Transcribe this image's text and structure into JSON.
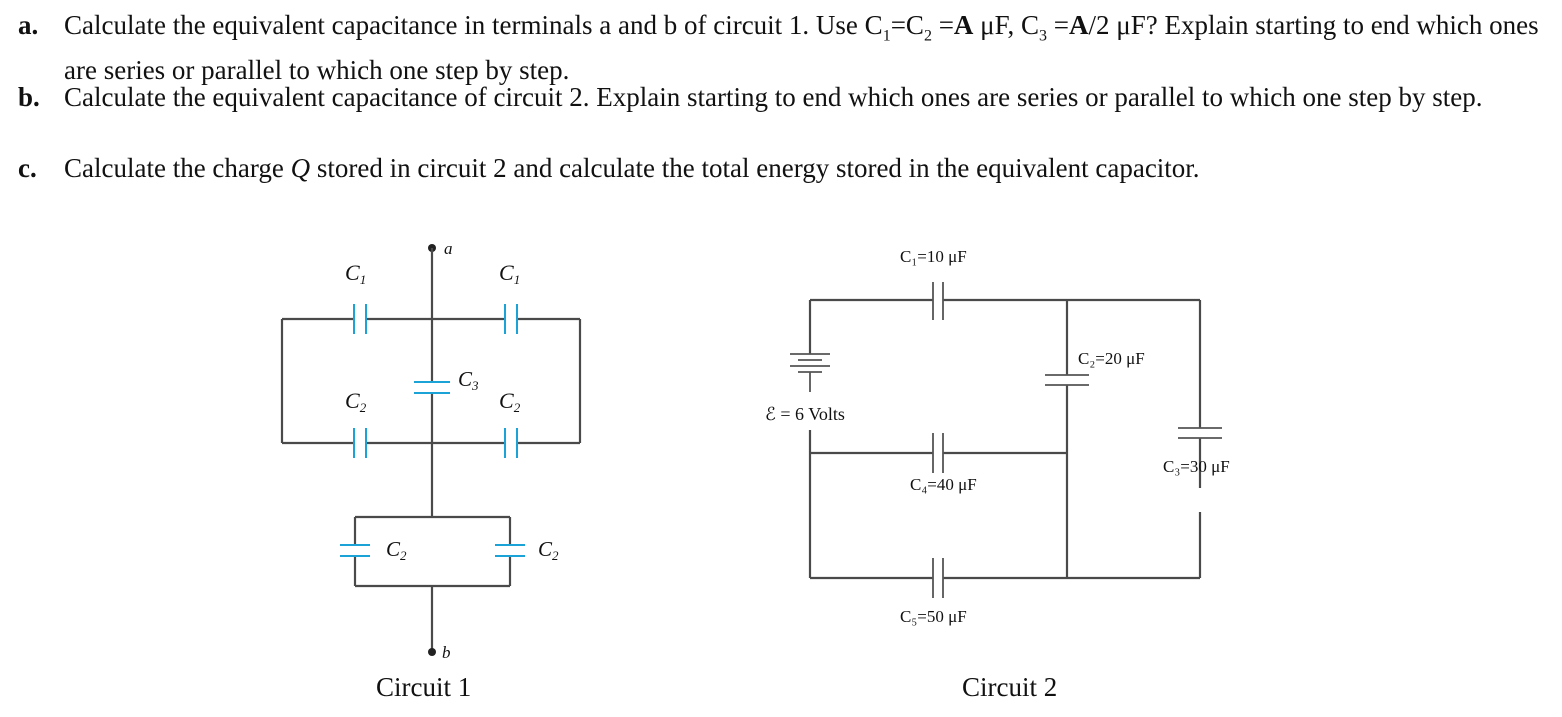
{
  "questions": {
    "a": {
      "label": "a.",
      "t1": "Calculate the equivalent capacitance in terminals a and b of circuit 1.  Use C",
      "s1": "1",
      "t2": "=C",
      "s2": "2",
      "t3": " =",
      "A1": "A",
      "t4": " μF, C",
      "s3": "3",
      "t5": " =",
      "A2": "A",
      "t6": "/2 μF? Explain starting to end which ones are series or parallel to which one step by step."
    },
    "b": {
      "label": "b.",
      "text": "Calculate the equivalent capacitance of circuit 2. Explain starting to end which ones are series or parallel to which one step by step."
    },
    "c": {
      "label": "c.",
      "t1": "Calculate the charge ",
      "Q": "Q",
      "t2": " stored in circuit 2 and calculate the total energy stored in the equivalent capacitor."
    }
  },
  "circuit1": {
    "caption": "Circuit 1",
    "terminal_a": "a",
    "terminal_b": "b",
    "labels": {
      "c1_left": "C",
      "c1_left_sub": "1",
      "c1_right": "C",
      "c1_right_sub": "1",
      "c2_left": "C",
      "c2_left_sub": "2",
      "c2_right": "C",
      "c2_right_sub": "2",
      "c3": "C",
      "c3_sub": "3",
      "c2_bl": "C",
      "c2_bl_sub": "2",
      "c2_br": "C",
      "c2_br_sub": "2"
    }
  },
  "circuit2": {
    "caption": "Circuit 2",
    "emf": "ℰ = 6 Volts",
    "c1": "C₁=10 μF",
    "c2": "C₂=20 μF",
    "c3": "C₃=30 μF",
    "c4": "C₄=40 μF",
    "c5": "C₅=50 μF"
  }
}
